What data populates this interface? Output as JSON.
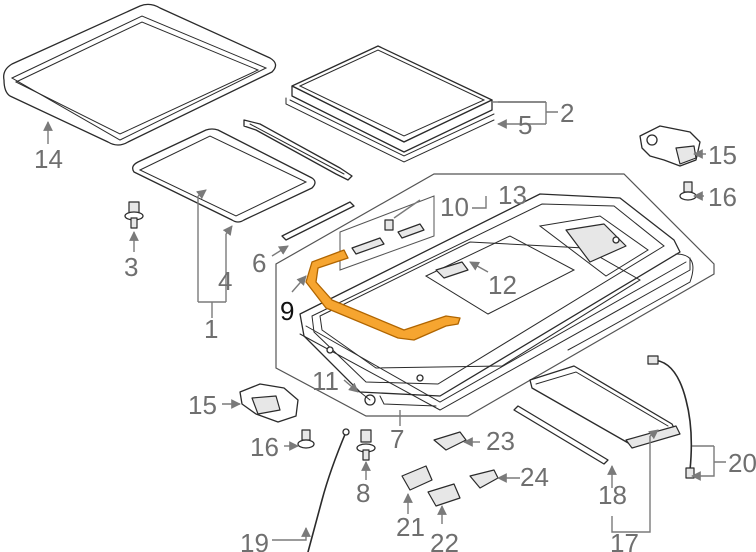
{
  "highlight_color": "#f6a530",
  "label_color": "#6f6f6f",
  "callouts": {
    "c1": "1",
    "c2": "2",
    "c3": "3",
    "c4": "4",
    "c5": "5",
    "c6": "6",
    "c7": "7",
    "c8": "8",
    "c9": "9",
    "c10": "10",
    "c11": "11",
    "c12": "12",
    "c13": "13",
    "c14": "14",
    "c15a": "15",
    "c15b": "15",
    "c16a": "16",
    "c16b": "16",
    "c17": "17",
    "c18": "18",
    "c19": "19",
    "c20": "20",
    "c21": "21",
    "c22": "22",
    "c23": "23",
    "c24": "24"
  },
  "highlighted_part": "9"
}
